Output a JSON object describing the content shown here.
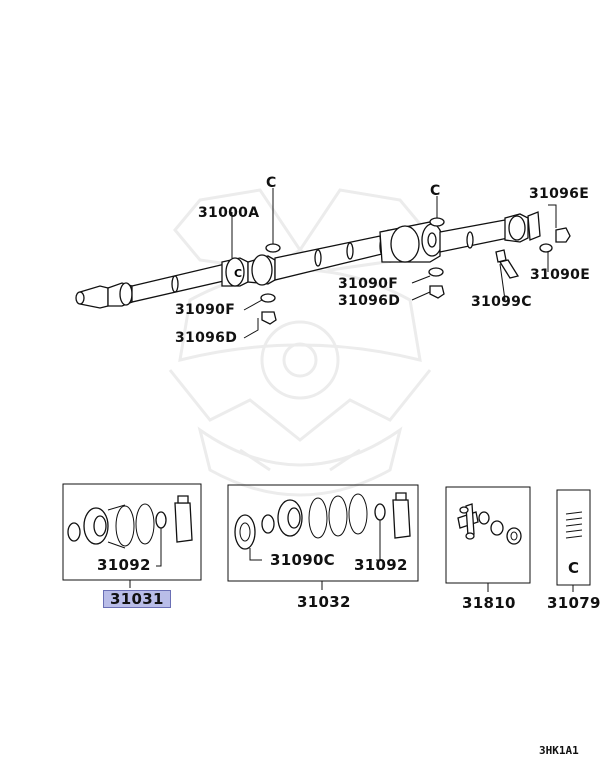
{
  "diagram": {
    "callouts": {
      "c_left": "C",
      "c_right": "C",
      "p31000A": "31000A",
      "p31096E": "31096E",
      "p31090E": "31090E",
      "p31090F_right": "31090F",
      "p31096D_right": "31096D",
      "p31099C": "31099C",
      "p31090F_left": "31090F",
      "p31096D_left": "31096D"
    },
    "kits": {
      "kit1_inner": "31092",
      "kit1_part": "31031",
      "kit2_inner_a": "31090C",
      "kit2_inner_b": "31092",
      "kit2_part": "31032",
      "kit3_part": "31810",
      "kit4_inner": "C",
      "kit4_part": "31079"
    },
    "page_code": "3HK1A1"
  }
}
